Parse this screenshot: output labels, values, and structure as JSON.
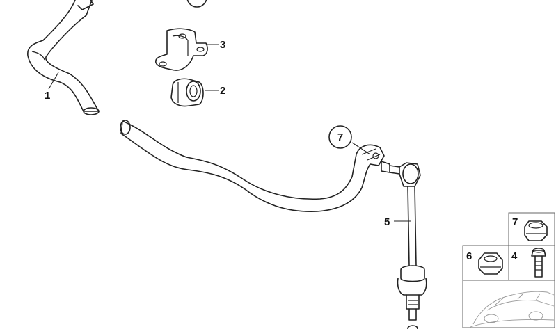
{
  "callouts": {
    "bar": "1",
    "bushing": "2",
    "bracket": "3",
    "link": "5",
    "circled_nut": "7"
  },
  "legend": {
    "nut_7": "7",
    "nut_6": "6",
    "bolt_4": "4"
  },
  "colors": {
    "line": "#222222",
    "box_border": "#666666",
    "car_sketch": "#999999"
  }
}
